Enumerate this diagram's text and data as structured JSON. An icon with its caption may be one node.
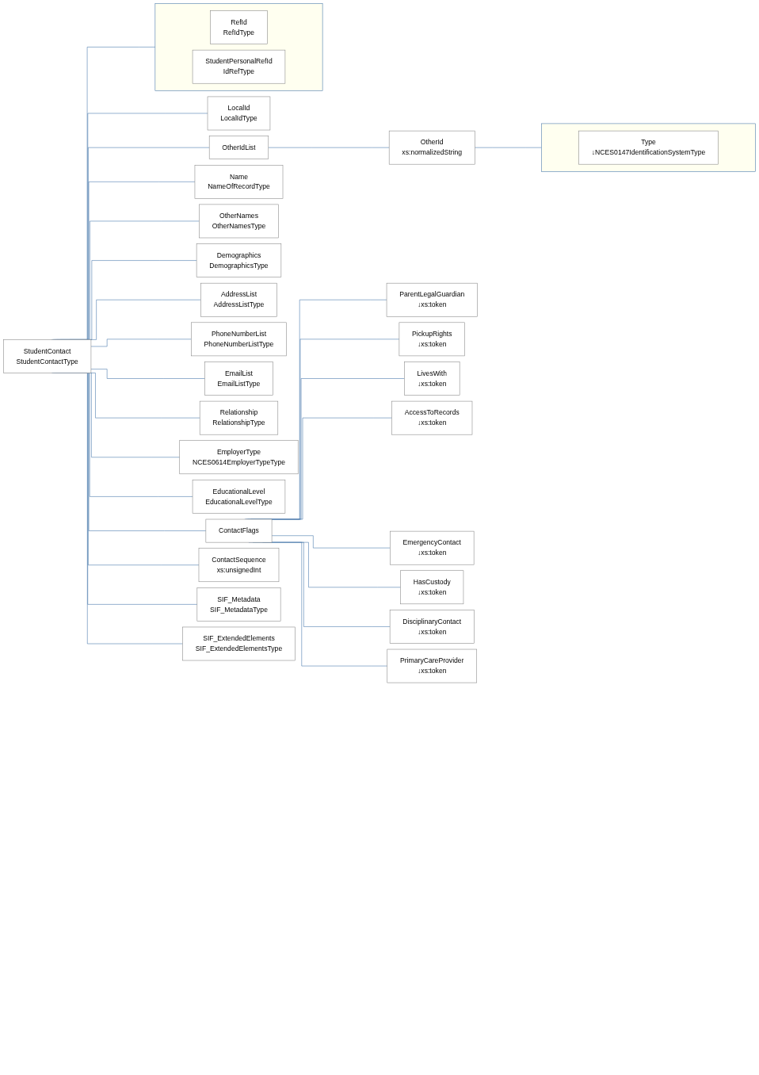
{
  "diagram": {
    "nodes": [
      {
        "text": [
          "StudentContact",
          "StudentContactType"
        ]
      },
      {
        "text": [],
        "shape": "box"
      },
      {
        "text": [
          "RefId",
          "RefIdType"
        ],
        "in": 1
      },
      {
        "text": [
          "StudentPersonalRefId",
          "IdRefType"
        ],
        "in": 1
      },
      {
        "text": [
          "LocalId",
          "LocalIdType"
        ]
      },
      {
        "text": [
          "OtherIdList"
        ]
      },
      {
        "text": [
          "OtherId",
          "xs:normalizedString"
        ]
      },
      {
        "text": [],
        "shape": "box"
      },
      {
        "text": [
          "Type",
          "↓NCES0147IdentificationSystemType"
        ],
        "in": 7
      },
      {
        "text": [
          "Name",
          "NameOfRecordType"
        ]
      },
      {
        "text": [
          "OtherNames",
          "OtherNamesType"
        ]
      },
      {
        "text": [
          "Demographics",
          "DemographicsType"
        ]
      },
      {
        "text": [
          "AddressList",
          "AddressListType"
        ]
      },
      {
        "text": [
          "PhoneNumberList",
          "PhoneNumberListType"
        ]
      },
      {
        "text": [
          "EmailList",
          "EmailListType"
        ]
      },
      {
        "text": [
          "Relationship",
          "RelationshipType"
        ]
      },
      {
        "text": [
          "EmployerType",
          "NCES0614EmployerTypeType"
        ]
      },
      {
        "text": [
          "EducationalLevel",
          "EducationalLevelType"
        ]
      },
      {
        "text": [
          "ContactFlags"
        ]
      },
      {
        "text": [
          "ParentLegalGuardian",
          "↓xs:token"
        ]
      },
      {
        "text": [
          "PickupRights",
          "↓xs:token"
        ]
      },
      {
        "text": [
          "LivesWith",
          "↓xs:token"
        ]
      },
      {
        "text": [
          "AccessToRecords",
          "↓xs:token"
        ]
      },
      {
        "text": [
          "EmergencyContact",
          "↓xs:token"
        ]
      },
      {
        "text": [
          "HasCustody",
          "↓xs:token"
        ]
      },
      {
        "text": [
          "DisciplinaryContact",
          "↓xs:token"
        ]
      },
      {
        "text": [
          "PrimaryCareProvider",
          "↓xs:token"
        ]
      },
      {
        "text": [
          "ContactSequence",
          "xs:unsignedInt"
        ]
      },
      {
        "text": [
          "SIF_Metadata",
          "SIF_MetadataType"
        ]
      },
      {
        "text": [
          "SIF_ExtendedElements",
          "SIF_ExtendedElementsType"
        ]
      }
    ],
    "edges": [
      {
        "from": 0,
        "to": 1,
        "arrow": "none"
      },
      {
        "from": 0,
        "to": 4,
        "arrow": "none"
      },
      {
        "from": 0,
        "to": 5,
        "arrow": "none"
      },
      {
        "from": 5,
        "to": 6,
        "arrow": "none"
      },
      {
        "from": 6,
        "to": 7,
        "arrow": "none"
      },
      {
        "from": 0,
        "to": 9,
        "arrow": "none"
      },
      {
        "from": 0,
        "to": 10,
        "arrow": "none"
      },
      {
        "from": 0,
        "to": 11,
        "arrow": "none"
      },
      {
        "from": 0,
        "to": 12,
        "arrow": "none"
      },
      {
        "from": 0,
        "to": 13,
        "arrow": "none"
      },
      {
        "from": 0,
        "to": 14,
        "arrow": "none"
      },
      {
        "from": 0,
        "to": 15,
        "arrow": "none"
      },
      {
        "from": 0,
        "to": 16,
        "arrow": "none"
      },
      {
        "from": 0,
        "to": 17,
        "arrow": "none"
      },
      {
        "from": 0,
        "to": 18,
        "arrow": "none"
      },
      {
        "from": 18,
        "to": 19,
        "arrow": "none"
      },
      {
        "from": 18,
        "to": 20,
        "arrow": "none"
      },
      {
        "from": 18,
        "to": 21,
        "arrow": "none"
      },
      {
        "from": 18,
        "to": 22,
        "arrow": "none"
      },
      {
        "from": 18,
        "to": 23,
        "arrow": "none"
      },
      {
        "from": 18,
        "to": 24,
        "arrow": "none"
      },
      {
        "from": 18,
        "to": 25,
        "arrow": "none"
      },
      {
        "from": 18,
        "to": 26,
        "arrow": "none"
      },
      {
        "from": 0,
        "to": 27,
        "arrow": "none"
      },
      {
        "from": 0,
        "to": 28,
        "arrow": "none"
      },
      {
        "from": 0,
        "to": 29,
        "arrow": "none"
      }
    ]
  }
}
